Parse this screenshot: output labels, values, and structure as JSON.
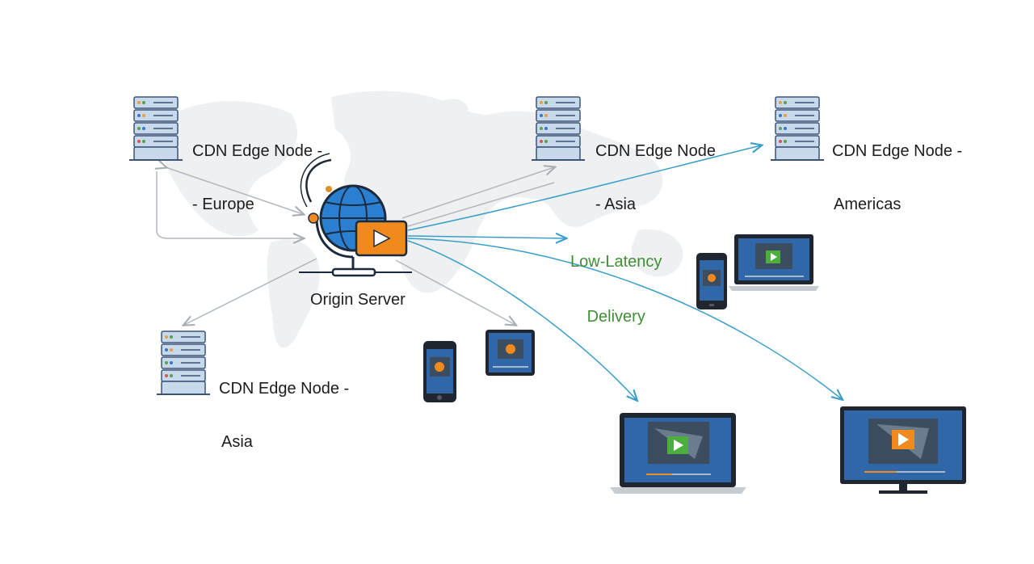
{
  "diagram": {
    "origin": {
      "label": "Origin Server"
    },
    "edge_nodes": [
      {
        "id": "europe",
        "line1": "CDN Edge Node -",
        "line2": "- Europe"
      },
      {
        "id": "asia-top",
        "line1": "CDN Edge Node",
        "line2": "- Asia"
      },
      {
        "id": "americas",
        "line1": "CDN Edge Node -",
        "line2": "Americas"
      },
      {
        "id": "asia-bottom",
        "line1": "CDN Edge Node -",
        "line2": "Asia"
      }
    ],
    "delivery_label": {
      "line1": "Low-Latency",
      "line2": "Delivery"
    },
    "devices": [
      "phone",
      "tablet",
      "phone",
      "laptop",
      "laptop",
      "monitor"
    ]
  },
  "colors": {
    "server_fill": "#c9d9ec",
    "server_stroke": "#3c5478",
    "globe_blue": "#2b7fd1",
    "play_orange": "#f08a1c",
    "play_green": "#4caf3d",
    "arrow_blue": "#3a9fc8",
    "arrow_gray": "#b3b8bf",
    "delivery_green": "#3f8f35",
    "screen_blue": "#2f67a8"
  }
}
